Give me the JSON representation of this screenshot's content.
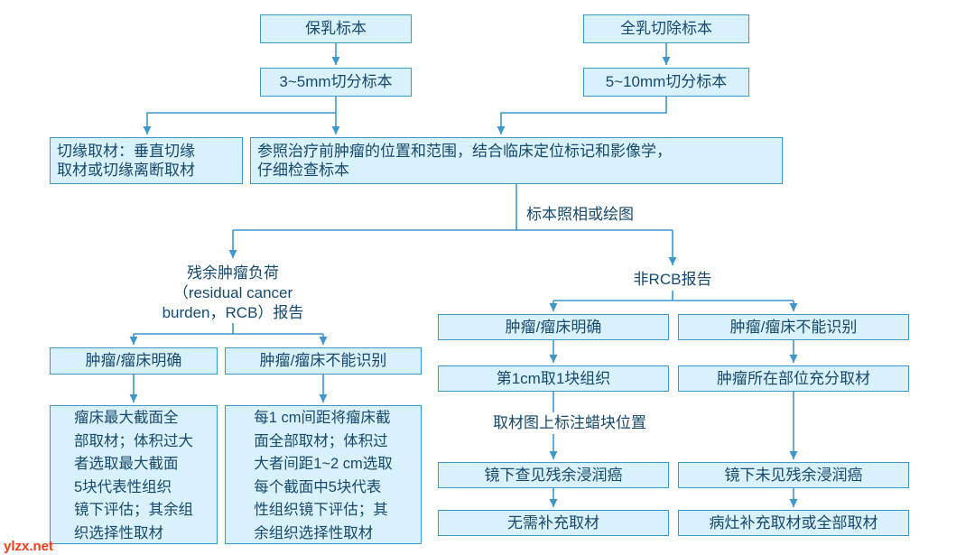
{
  "colors": {
    "box_fill": "#d9f1fa",
    "box_border": "#3e97cb",
    "text": "#16496e",
    "arrow": "#3e97cb",
    "watermark": "#ff3a14"
  },
  "flowchart": {
    "breast_conserving": "保乳标本",
    "mastectomy": "全乳切除标本",
    "slice_3_5": "3~5mm切分标本",
    "slice_5_10": "5~10mm切分标本",
    "margin_sampling": "切缘取材：垂直切缘\n取材或切缘离断取材",
    "inspect": "参照治疗前肿瘤的位置和范围，结合临床定位标记和影像学，\n仔细检查标本",
    "photo_label": "标本照相或绘图",
    "rcb_report": "残余肿瘤负荷\n（residual cancer\nburden，RCB）报告",
    "rcb_clear": "肿瘤/瘤床明确",
    "rcb_unclear": "肿瘤/瘤床不能识别",
    "rcb_clear_detail": "瘤床最大截面全\n部取材；体积过大\n者选取最大截面\n5块代表性组织\n镜下评估；其余组\n织选择性取材",
    "rcb_unclear_detail": "每1 cm间距将瘤床截\n面全部取材；体积过\n大者间距1~2 cm选取\n每个截面中5块代表\n性组织镜下评估；其\n余组织选择性取材",
    "non_rcb_report": "非RCB报告",
    "nonrcb_clear": "肿瘤/瘤床明确",
    "nonrcb_unclear": "肿瘤/瘤床不能识别",
    "one_block_per_cm": "第1cm取1块组织",
    "full_sampling_site": "肿瘤所在部位充分取材",
    "mark_blocks": "取材图上标注蜡块位置",
    "micro_found": "镜下查见残余浸润癌",
    "micro_not_found": "镜下未见残余浸润癌",
    "no_extra": "无需补充取材",
    "extra_or_full": "病灶补充取材或全部取材"
  },
  "watermark": "ylzx.net"
}
